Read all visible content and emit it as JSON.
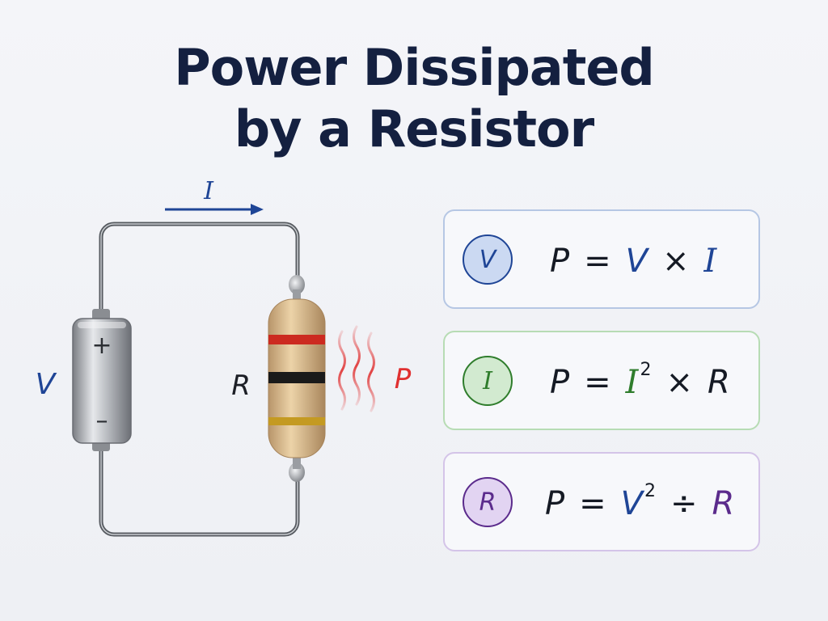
{
  "title": {
    "line1": "Power Dissipated",
    "line2": "by a Resistor"
  },
  "circuit": {
    "current_label": "I",
    "voltage_label": "V",
    "resistance_label": "R",
    "power_label": "P",
    "battery_plus": "+",
    "battery_minus": "–"
  },
  "formulas": [
    {
      "badge": "V",
      "parts": [
        "P",
        "=",
        "V",
        "×",
        "I"
      ]
    },
    {
      "badge": "I",
      "parts": [
        "P",
        "=",
        "I",
        "2",
        "×",
        "R"
      ]
    },
    {
      "badge": "R",
      "parts": [
        "P",
        "=",
        "V",
        "2",
        "÷",
        "R"
      ]
    }
  ],
  "colors": {
    "title": "#142040",
    "voltage_blue": "#1f4596",
    "current_green": "#2f7d2c",
    "resistance_purple": "#5b2b8c",
    "heat_red": "#e03030",
    "wire": "#5a5f66"
  }
}
